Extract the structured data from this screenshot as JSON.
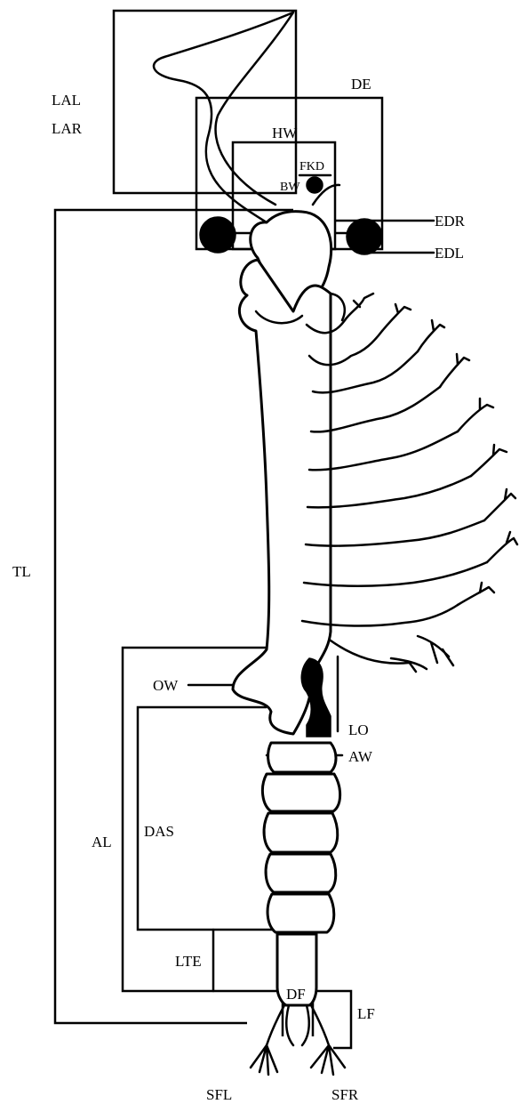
{
  "labels": {
    "lal": "LAL",
    "lar": "LAR",
    "de": "DE",
    "hw": "HW",
    "fkd": "FKD",
    "bw": "BW",
    "edr": "EDR",
    "edl": "EDL",
    "tl": "TL",
    "ow": "OW",
    "lo": "LO",
    "aw": "AW",
    "al": "AL",
    "das": "DAS",
    "lte": "LTE",
    "df": "DF",
    "lf": "LF",
    "sfl": "SFL",
    "sfr": "SFR"
  }
}
